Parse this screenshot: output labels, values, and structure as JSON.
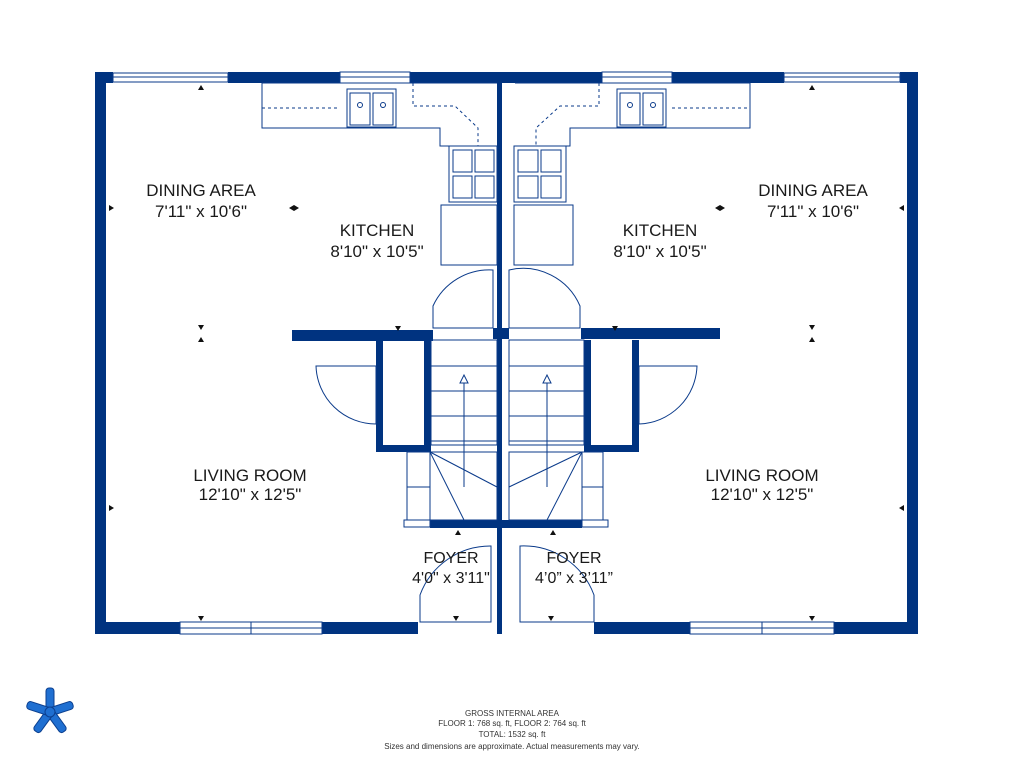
{
  "colors": {
    "wall": "#003380",
    "fixture": "#0a3a8a",
    "text": "#1a1a1a",
    "logo": "#1f6fd1"
  },
  "units": [
    {
      "dining": {
        "name": "DINING AREA",
        "dims": "7'11\" x 10'6\""
      },
      "kitchen": {
        "name": "KITCHEN",
        "dims": "8'10\" x 10'5\""
      },
      "living": {
        "name": "LIVING ROOM",
        "dims": "12'10\" x 12'5\""
      },
      "foyer": {
        "name": "FOYER",
        "dims": "4'0\" x 3'11\""
      }
    },
    {
      "dining": {
        "name": "DINING AREA",
        "dims": "7'11\" x 10'6\""
      },
      "kitchen": {
        "name": "KITCHEN",
        "dims": "8'10\" x 10'5\""
      },
      "living": {
        "name": "LIVING ROOM",
        "dims": "12'10\" x 12'5\""
      },
      "foyer": {
        "name": "FOYER",
        "dims": "4’0” x 3’11”"
      }
    }
  ],
  "footer": {
    "title": "GROSS INTERNAL AREA",
    "floors": "FLOOR 1: 768 sq. ft, FLOOR 2: 764 sq. ft",
    "total": "TOTAL: 1532 sq. ft",
    "disclaimer": "Sizes and dimensions are approximate. Actual measurements may vary."
  },
  "logo_icon": "asterisk-star-logo"
}
